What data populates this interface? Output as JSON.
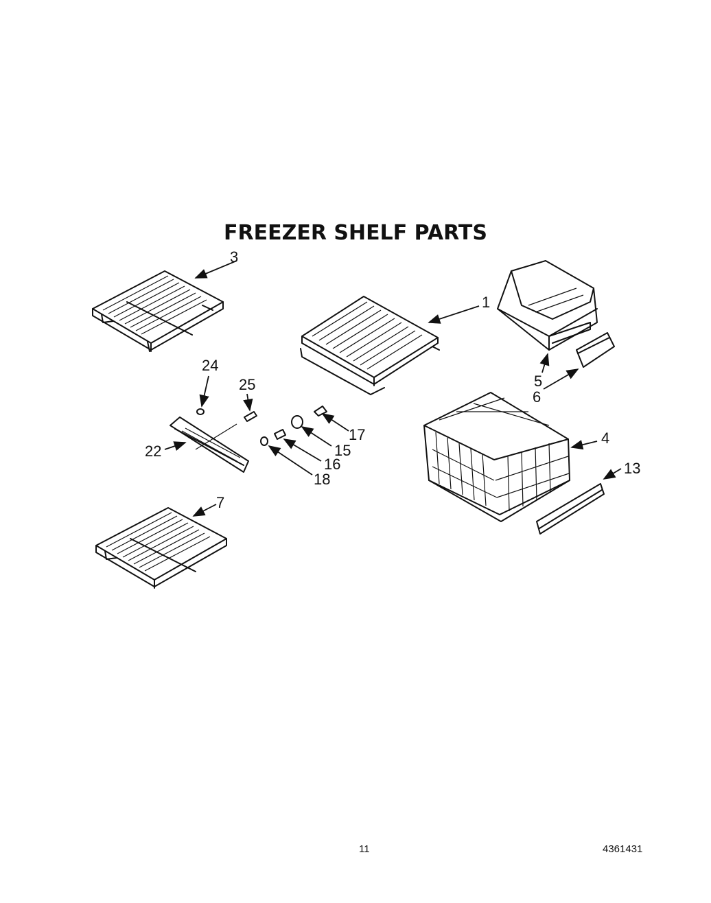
{
  "title": "FREEZER SHELF PARTS",
  "callouts": {
    "c1": "1",
    "c3": "3",
    "c4": "4",
    "c5": "5",
    "c6": "6",
    "c7": "7",
    "c13": "13",
    "c15": "15",
    "c16": "16",
    "c17": "17",
    "c18": "18",
    "c22": "22",
    "c24": "24",
    "c25": "25"
  },
  "footer": {
    "page_number": "11",
    "doc_number": "4361431"
  }
}
